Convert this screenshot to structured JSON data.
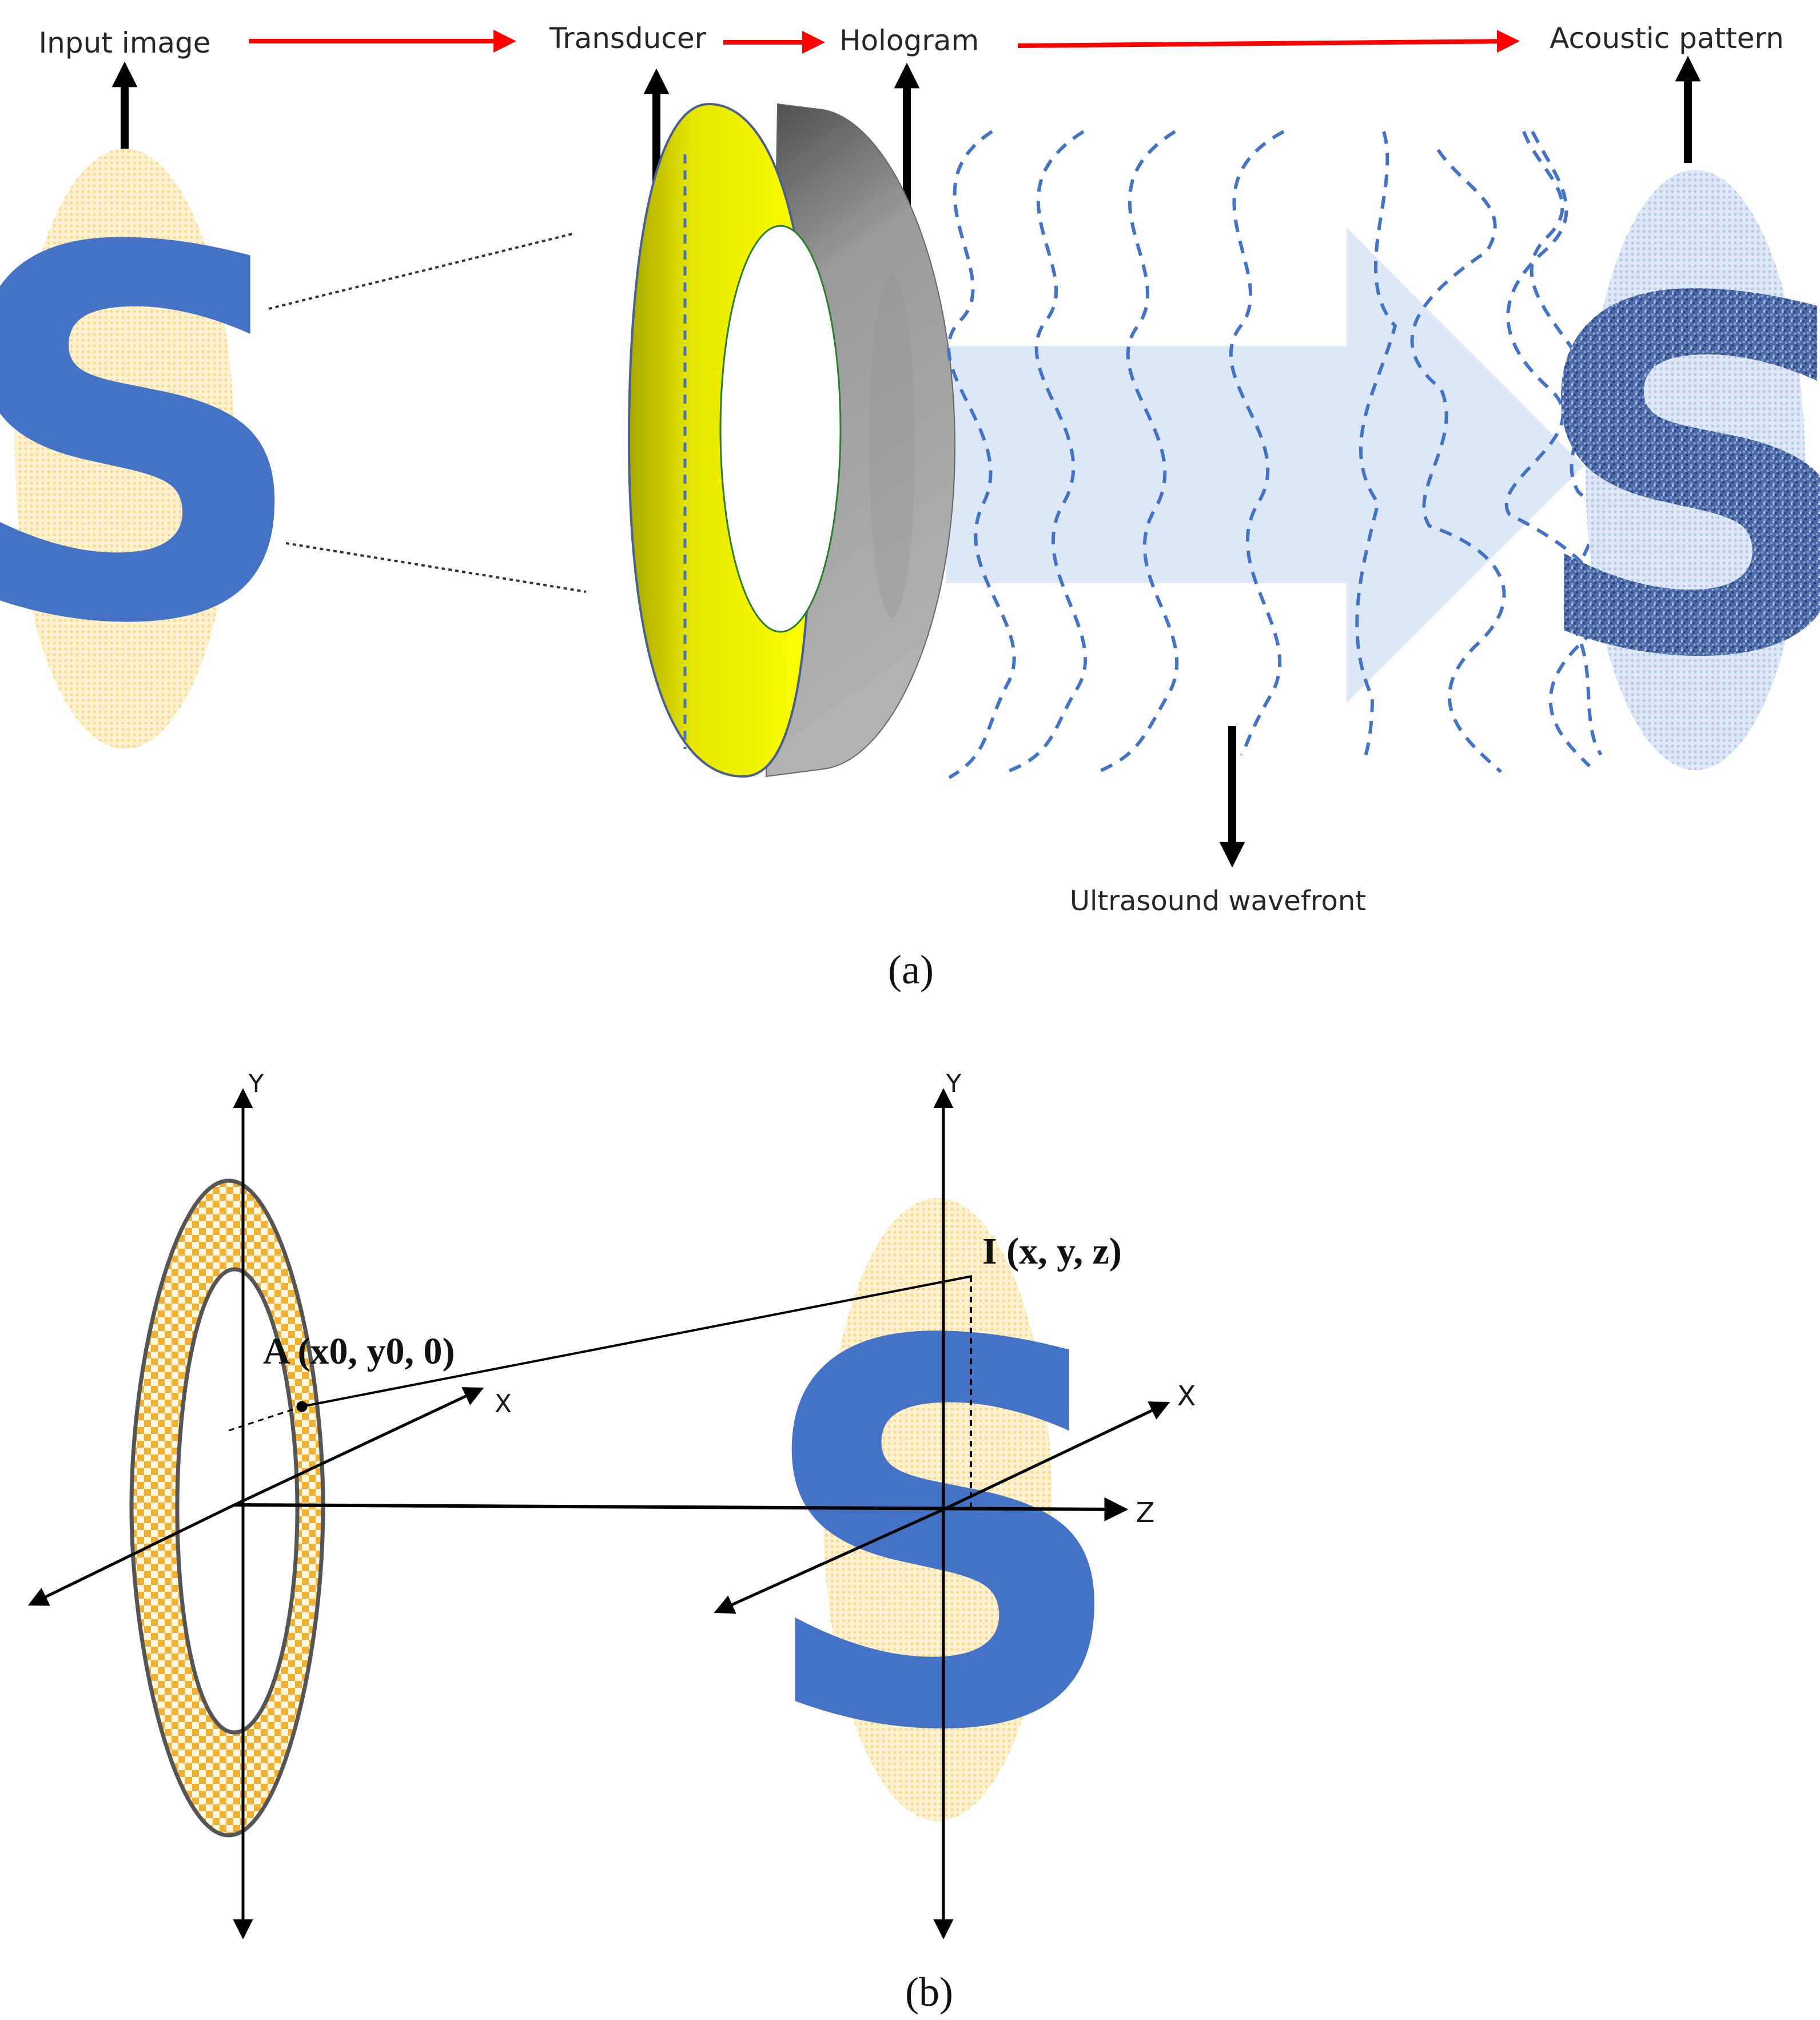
{
  "panel_a": {
    "labels": {
      "input_image": "Input image",
      "transducer": "Transducer",
      "hologram": "Hologram",
      "acoustic_pattern": "Acoustic pattern",
      "ultrasound_wavefront": "Ultrasound wavefront"
    },
    "letter": "S",
    "caption": "(a)"
  },
  "panel_b": {
    "axis_labels": {
      "y_left": "Y",
      "x_left": "X",
      "y_right": "Y",
      "x_right": "X",
      "z": "Z"
    },
    "point_a": "A (x0, y0, 0)",
    "point_i": "I (x, y, z)",
    "letter": "S",
    "caption": "(b)"
  },
  "colors": {
    "blue_letter": "#4472c4",
    "yellow_ring": "#ffff00",
    "gray_ring": "#a6a6a6",
    "light_blue": "#dce8f6",
    "beige": "#fbe5a8",
    "red_arrow": "#ff0000",
    "dashed_wave": "#4472c4",
    "checker_orange": "#f2b134"
  }
}
